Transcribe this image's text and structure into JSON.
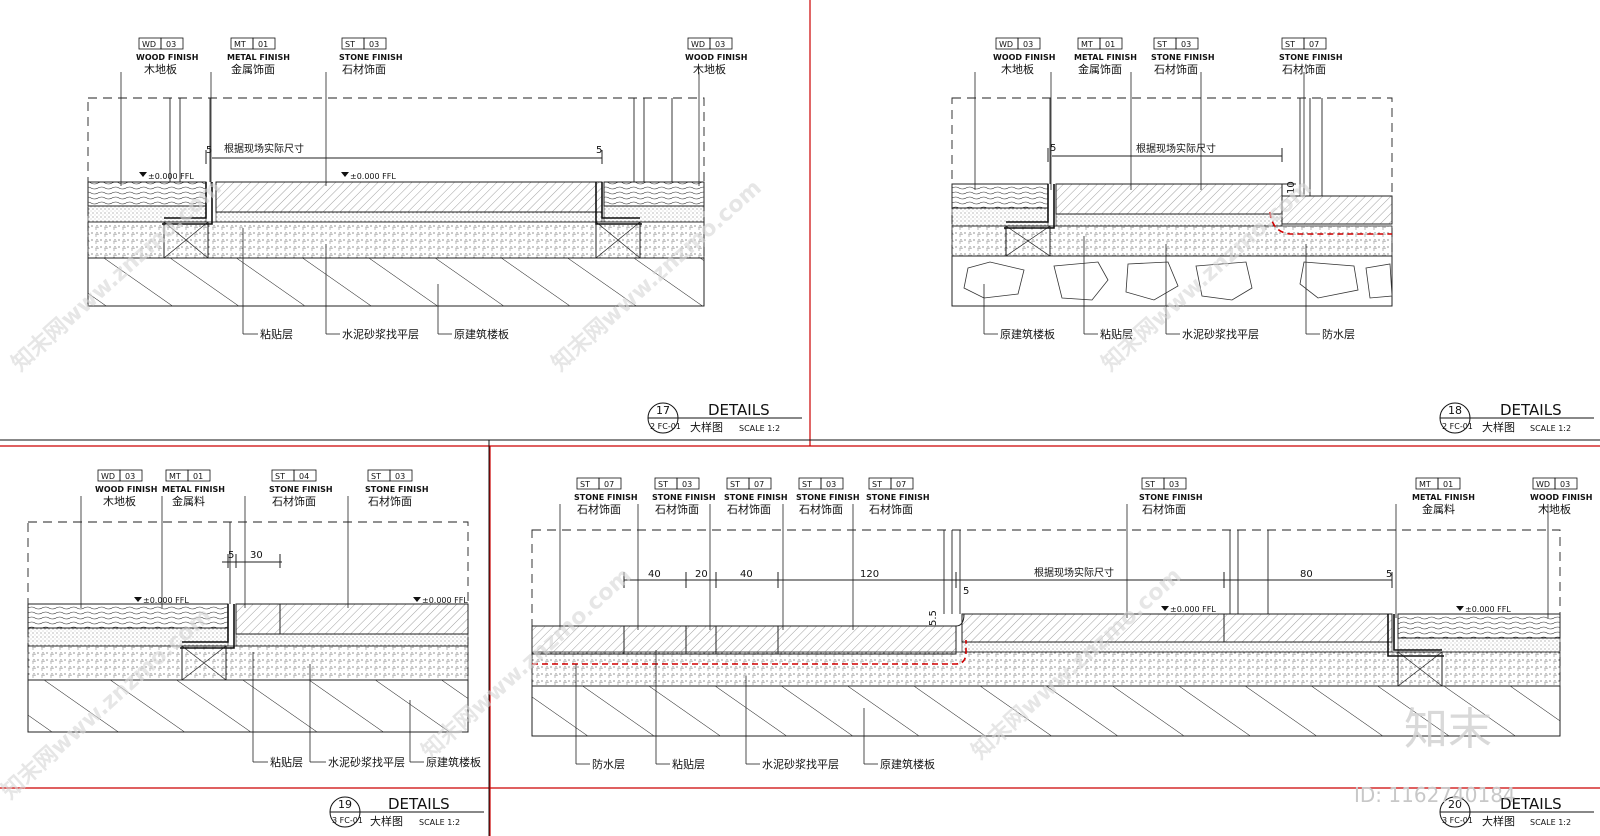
{
  "sheet": {
    "panels": [
      {
        "id": "detail-17",
        "title": "DETAILS",
        "number": "17",
        "ref": "2 FC-01",
        "cn_title": "大样图",
        "scale": "SCALE  1:2",
        "tags": [
          {
            "code": "WD",
            "num": "03",
            "en": "WOOD FINISH",
            "cn": "木地板"
          },
          {
            "code": "MT",
            "num": "01",
            "en": "METAL FINISH",
            "cn": "金属饰面"
          },
          {
            "code": "ST",
            "num": "03",
            "en": "STONE FINISH",
            "cn": "石材饰面"
          },
          {
            "code": "WD",
            "num": "03",
            "en": "WOOD FINISH",
            "cn": "木地板"
          }
        ],
        "dims": [
          "5",
          "根据现场实际尺寸",
          "5"
        ],
        "levels": [
          "±0.000 FFL",
          "±0.000 FFL"
        ],
        "callouts": [
          "粘贴层",
          "水泥砂浆找平层",
          "原建筑楼板"
        ]
      },
      {
        "id": "detail-18",
        "title": "DETAILS",
        "number": "18",
        "ref": "2 FC-01",
        "cn_title": "大样图",
        "scale": "SCALE  1:2",
        "tags": [
          {
            "code": "WD",
            "num": "03",
            "en": "WOOD FINISH",
            "cn": "木地板"
          },
          {
            "code": "MT",
            "num": "01",
            "en": "METAL FINISH",
            "cn": "金属饰面"
          },
          {
            "code": "ST",
            "num": "03",
            "en": "STONE FINISH",
            "cn": "石材饰面"
          },
          {
            "code": "ST",
            "num": "07",
            "en": "STONE FINISH",
            "cn": "石材饰面"
          }
        ],
        "dims": [
          "5",
          "根据现场实际尺寸",
          "10"
        ],
        "callouts": [
          "原建筑楼板",
          "粘贴层",
          "水泥砂浆找平层",
          "防水层"
        ]
      },
      {
        "id": "detail-19",
        "title": "DETAILS",
        "number": "19",
        "ref": "3 FC-01",
        "cn_title": "大样图",
        "scale": "SCALE  1:2",
        "tags": [
          {
            "code": "WD",
            "num": "03",
            "en": "WOOD FINISH",
            "cn": "木地板"
          },
          {
            "code": "MT",
            "num": "01",
            "en": "METAL FINISH",
            "cn": "金属料"
          },
          {
            "code": "ST",
            "num": "04",
            "en": "STONE FINISH",
            "cn": "石材饰面"
          },
          {
            "code": "ST",
            "num": "03",
            "en": "STONE FINISH",
            "cn": "石材饰面"
          }
        ],
        "dims": [
          "5",
          "30"
        ],
        "levels": [
          "±0.000 FFL",
          "±0.000 FFL"
        ],
        "callouts": [
          "粘贴层",
          "水泥砂浆找平层",
          "原建筑楼板"
        ]
      },
      {
        "id": "detail-20",
        "title": "DETAILS",
        "number": "20",
        "ref": "3 FC-01",
        "cn_title": "大样图",
        "scale": "SCALE  1:2",
        "tags": [
          {
            "code": "ST",
            "num": "07",
            "en": "STONE FINISH",
            "cn": "石材饰面"
          },
          {
            "code": "ST",
            "num": "03",
            "en": "STONE FINISH",
            "cn": "石材饰面"
          },
          {
            "code": "ST",
            "num": "07",
            "en": "STONE FINISH",
            "cn": "石材饰面"
          },
          {
            "code": "ST",
            "num": "03",
            "en": "STONE FINISH",
            "cn": "石材饰面"
          },
          {
            "code": "ST",
            "num": "07",
            "en": "STONE FINISH",
            "cn": "石材饰面"
          },
          {
            "code": "ST",
            "num": "03",
            "en": "STONE FINISH",
            "cn": "石材饰面"
          },
          {
            "code": "MT",
            "num": "01",
            "en": "METAL FINISH",
            "cn": "金属料"
          },
          {
            "code": "WD",
            "num": "03",
            "en": "WOOD FINISH",
            "cn": "木地板"
          }
        ],
        "dims": [
          "40",
          "20",
          "40",
          "120",
          "5",
          "根据现场实际尺寸",
          "80",
          "5",
          "5.5"
        ],
        "levels": [
          "±0.000 FFL",
          "±0.000 FFL"
        ],
        "callouts": [
          "防水层",
          "粘贴层",
          "水泥砂浆找平层",
          "原建筑楼板"
        ]
      }
    ],
    "watermark": {
      "logo": "知末",
      "id_text": "ID: 1162740184",
      "site": "知末网www.znzmo.com"
    },
    "colors": {
      "frame": "#cc0000",
      "line": "#111111",
      "waterproof": "#d00000",
      "watermark": "#cfcfcf"
    }
  }
}
